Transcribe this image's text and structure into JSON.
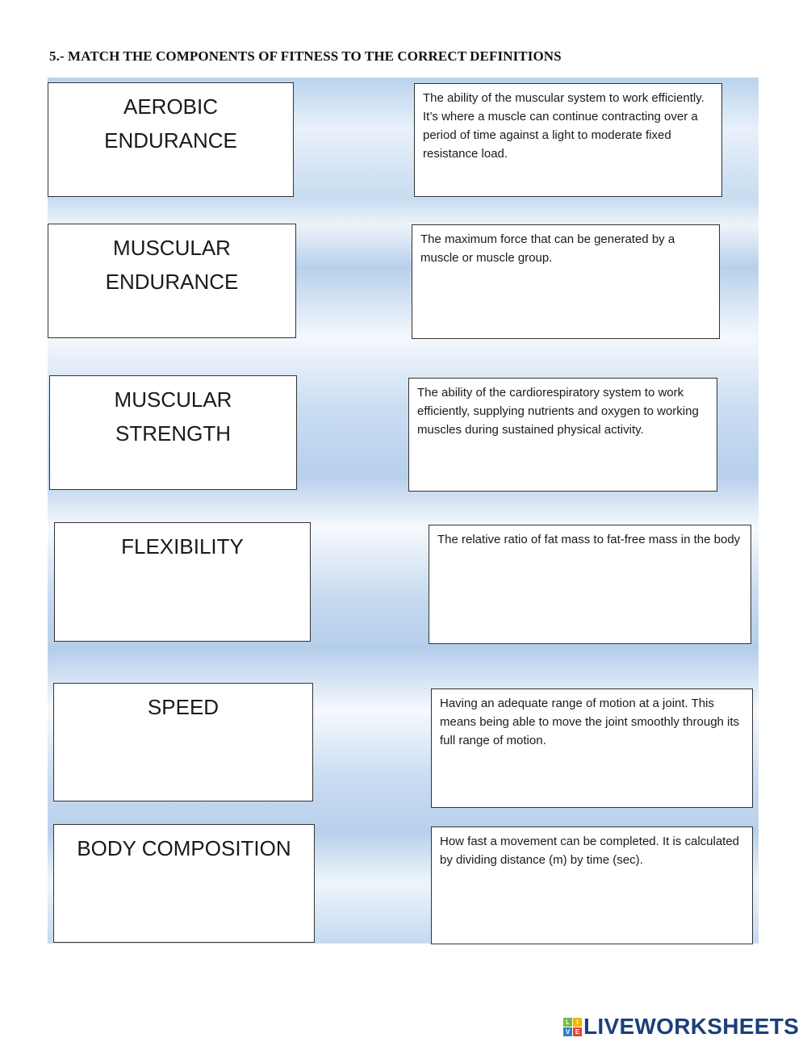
{
  "header": {
    "title": "5.- MATCH THE COMPONENTS OF FITNESS TO THE CORRECT DEFINITIONS"
  },
  "terms": [
    {
      "label": "AEROBIC ENDURANCE"
    },
    {
      "label": "MUSCULAR ENDURANCE"
    },
    {
      "label": "MUSCULAR STRENGTH"
    },
    {
      "label": "FLEXIBILITY"
    },
    {
      "label": "SPEED"
    },
    {
      "label": "BODY COMPOSITION"
    }
  ],
  "definitions": [
    {
      "text": "The ability of the muscular system to work efficiently. It’s where a muscle can continue contracting over a period of time against a light to moderate fixed resistance load."
    },
    {
      "text": "The maximum force that can be generated by a muscle or muscle group."
    },
    {
      "text": "The ability of the cardiorespiratory system to work efficiently, supplying nutrients and oxygen to working muscles during sustained physical activity."
    },
    {
      "text": "The relative ratio of fat mass to fat-free mass in the body"
    },
    {
      "text": "Having an adequate range of motion at a joint. This means being able to move the joint smoothly through its full range of motion."
    },
    {
      "text": "How fast a movement can be completed. It is calculated by dividing distance (m) by time (sec)."
    }
  ],
  "footer": {
    "logo_letters": [
      "L",
      "I",
      "V",
      "E"
    ],
    "logo_colors": [
      "#7ab648",
      "#f7b500",
      "#2f80c9",
      "#e2443a"
    ],
    "logo_text": "LIVEWORKSHEETS"
  }
}
